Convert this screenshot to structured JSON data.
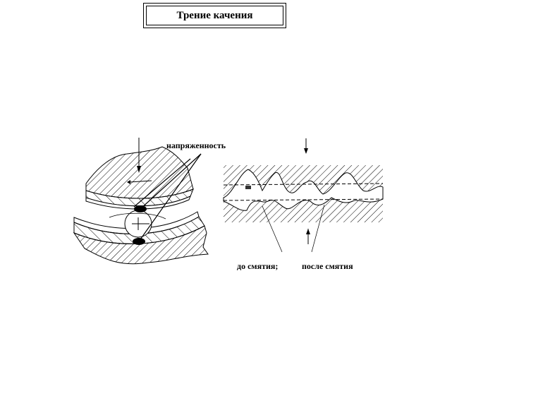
{
  "title": "Трение качения",
  "labels": {
    "stress": "напряженность",
    "before": "до смятия;",
    "after": "после смятия"
  }
}
